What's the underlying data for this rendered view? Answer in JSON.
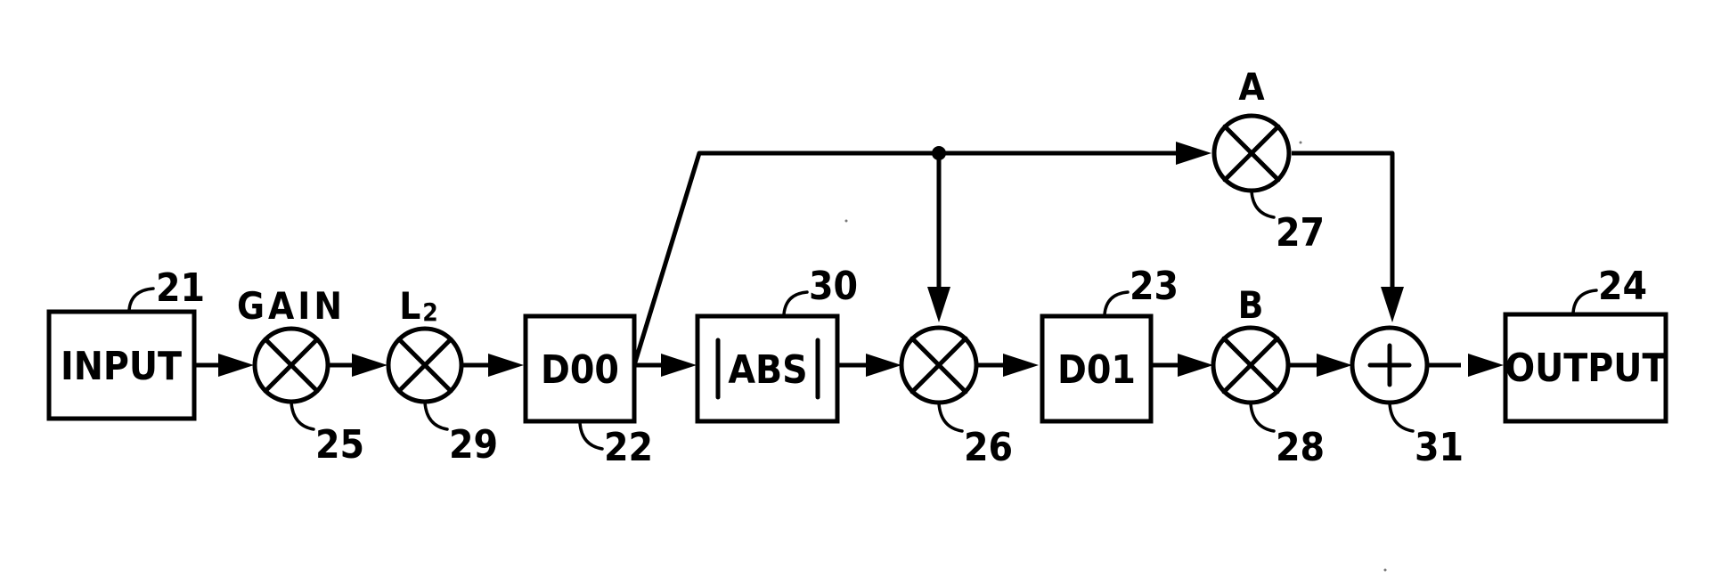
{
  "blocks": {
    "input": {
      "label": "INPUT",
      "ref": "21"
    },
    "d00": {
      "label": "D00",
      "ref": "22"
    },
    "abs": {
      "label": "ABS",
      "ref": "30"
    },
    "d01": {
      "label": "D01",
      "ref": "23"
    },
    "output": {
      "label": "OUTPUT",
      "ref": "24"
    }
  },
  "nodes": {
    "gain": {
      "label": "GAIN",
      "ref": "25",
      "op": "multiply"
    },
    "l2": {
      "label": "L",
      "sub": "2",
      "ref": "29",
      "op": "multiply"
    },
    "m26": {
      "ref": "26",
      "op": "multiply"
    },
    "a": {
      "label": "A",
      "ref": "27",
      "op": "multiply"
    },
    "b": {
      "label": "B",
      "ref": "28",
      "op": "multiply"
    },
    "sum": {
      "ref": "31",
      "op": "add",
      "symbol": "+"
    }
  }
}
